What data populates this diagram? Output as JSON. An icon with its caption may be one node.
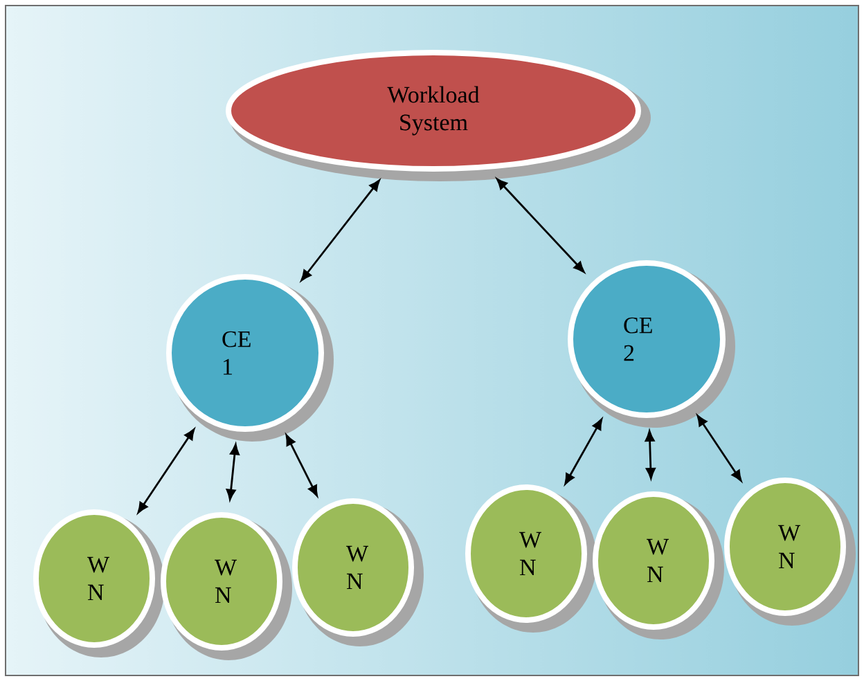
{
  "diagram": {
    "nodes": [
      {
        "text": [
          "Workload System"
        ]
      },
      {
        "text": [
          "CE 1"
        ]
      },
      {
        "text": [
          "CE 2"
        ]
      },
      {
        "text": [
          "W N"
        ]
      },
      {
        "text": [
          "W N"
        ]
      },
      {
        "text": [
          "W N"
        ]
      },
      {
        "text": [
          "W N"
        ]
      },
      {
        "text": [
          "W N"
        ]
      },
      {
        "text": [
          "W N"
        ]
      }
    ],
    "edges": [
      {
        "from": 0,
        "to": 1,
        "arrow": "both"
      },
      {
        "from": 0,
        "to": 2,
        "arrow": "both"
      },
      {
        "from": 1,
        "to": 3,
        "arrow": "both"
      },
      {
        "from": 1,
        "to": 4,
        "arrow": "both"
      },
      {
        "from": 1,
        "to": 5,
        "arrow": "both"
      },
      {
        "from": 2,
        "to": 6,
        "arrow": "both"
      },
      {
        "from": 2,
        "to": 7,
        "arrow": "both"
      },
      {
        "from": 2,
        "to": 8,
        "arrow": "both"
      }
    ]
  }
}
